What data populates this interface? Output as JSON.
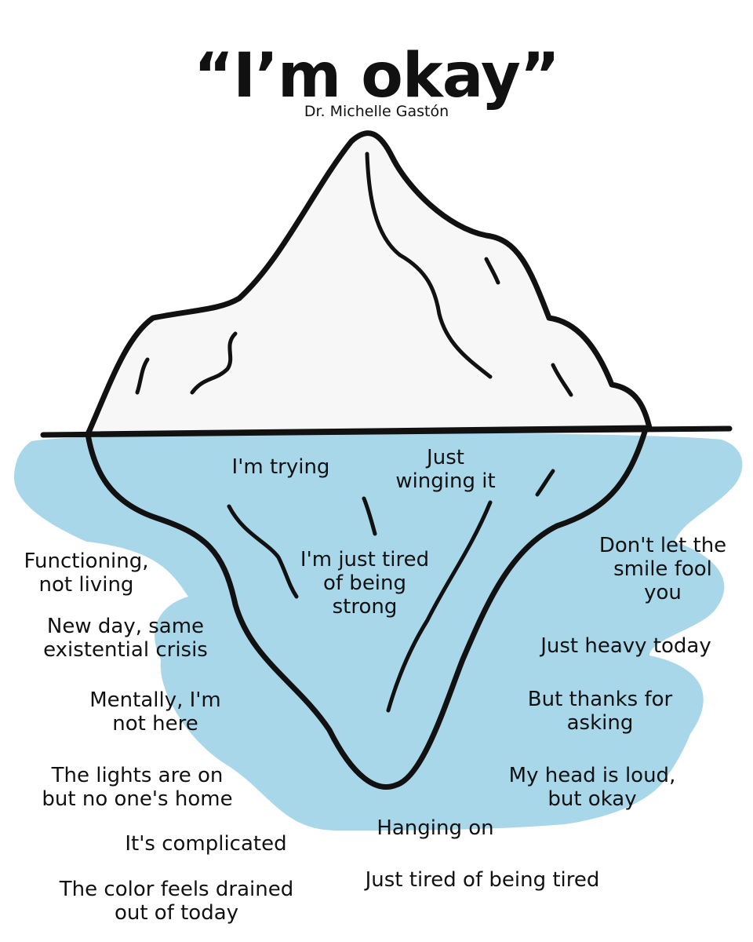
{
  "title": "“I’m okay”",
  "author": "Dr. Michelle Gastón",
  "colors": {
    "water": "#a9d7ea",
    "ice": "#f7f7f7",
    "outline": "#111111",
    "text": "#111111"
  },
  "labels": {
    "trying": "I'm trying",
    "winging": "Just\nwinging it",
    "tired_strong": "I'm just tired\nof being\nstrong",
    "functioning": "Functioning,\nnot living",
    "new_day": "New day, same\nexistential crisis",
    "mentally": "Mentally, I'm\nnot here",
    "lights": "The lights are on\nbut no one's home",
    "complicated": "It's complicated",
    "color_drained": "The color feels drained\nout of today",
    "smile": "Don't let the\nsmile fool\nyou",
    "heavy": "Just heavy today",
    "thanks": "But thanks for\nasking",
    "head_loud": "My head is loud,\nbut okay",
    "hanging": "Hanging on",
    "tired_tired": "Just tired of being tired"
  }
}
